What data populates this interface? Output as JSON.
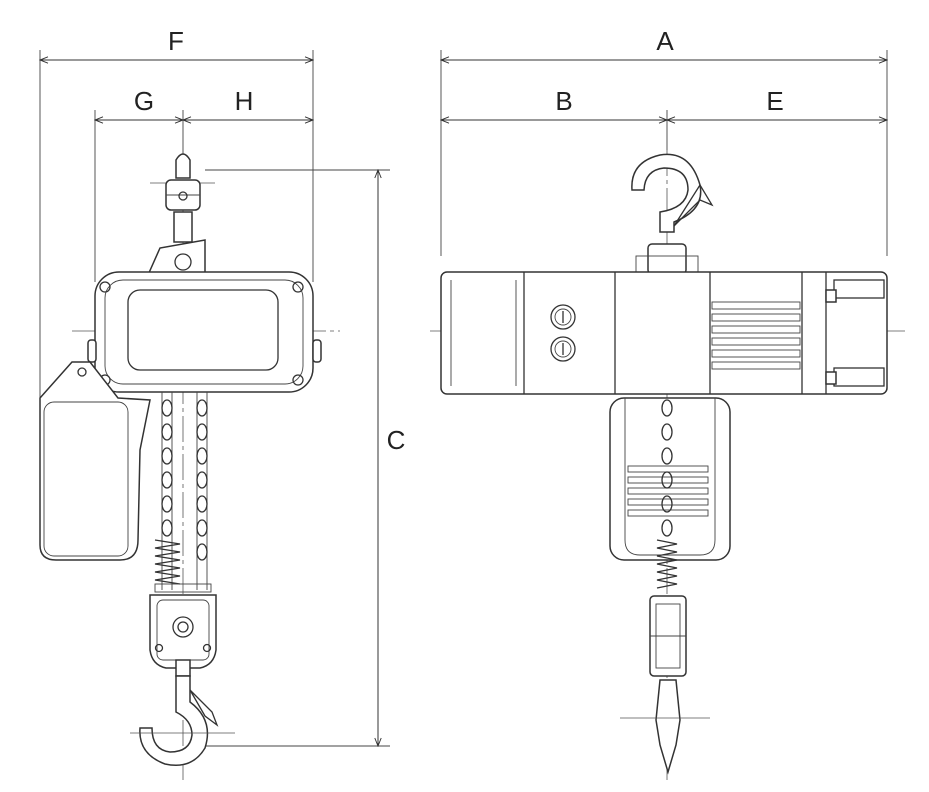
{
  "dimensions": {
    "A": "A",
    "B": "B",
    "C": "C",
    "E": "E",
    "F": "F",
    "G": "G",
    "H": "H"
  },
  "views": [
    "side-view",
    "front-view"
  ],
  "colors": {
    "line": "#333333",
    "background": "#ffffff"
  }
}
